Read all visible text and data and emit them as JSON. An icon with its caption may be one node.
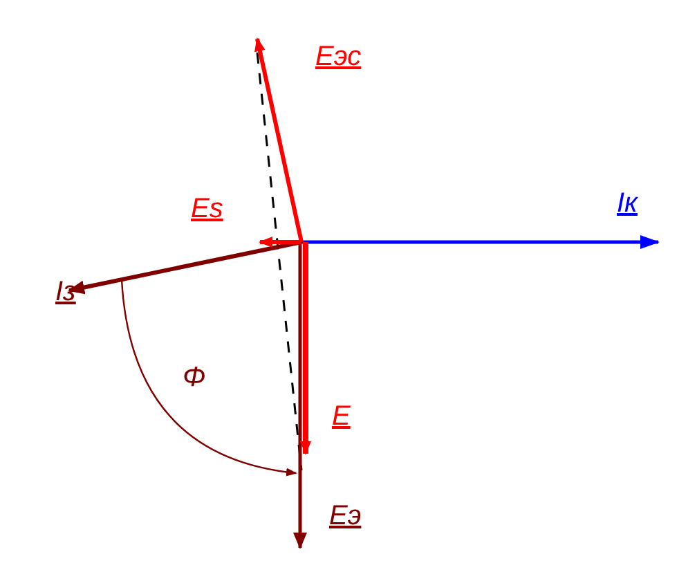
{
  "diagram": {
    "labels": [
      "Eэс",
      "Es",
      "Iк",
      "Iз",
      "Φ",
      "E",
      "Eэ"
    ]
  }
}
